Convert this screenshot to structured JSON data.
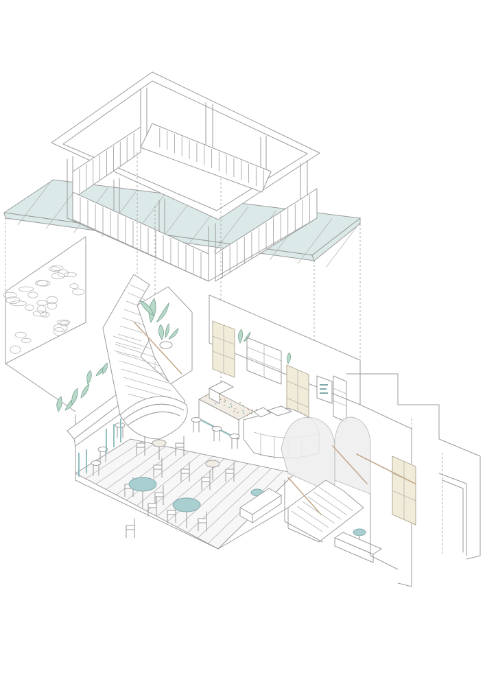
{
  "drawing": {
    "kind": "exploded isometric architectural axonometric",
    "levels": [
      "roof-balcony-frame",
      "glass-canopy",
      "ground-floor-cafe",
      "side-annex"
    ],
    "colors": {
      "line": "#9a9a9a",
      "glass": "#dbe9e9",
      "accent_teal": "#a9cfd1",
      "door_fill": "#f1ecd9",
      "plant": "#b8d8c8",
      "wood": "#c4a98b",
      "background": "#ffffff"
    }
  }
}
